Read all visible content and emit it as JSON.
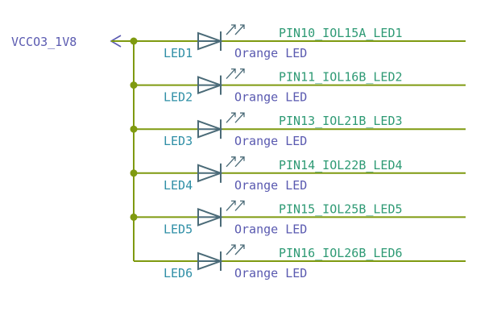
{
  "power_net": {
    "label": "VCCO3_1V8"
  },
  "leds": [
    {
      "ref": "LED1",
      "value": "Orange LED",
      "net": "PIN10_IOL15A_LED1"
    },
    {
      "ref": "LED2",
      "value": "Orange LED",
      "net": "PIN11_IOL16B_LED2"
    },
    {
      "ref": "LED3",
      "value": "Orange LED",
      "net": "PIN13_IOL21B_LED3"
    },
    {
      "ref": "LED4",
      "value": "Orange LED",
      "net": "PIN14_IOL22B_LED4"
    },
    {
      "ref": "LED5",
      "value": "Orange LED",
      "net": "PIN15_IOL25B_LED5"
    },
    {
      "ref": "LED6",
      "value": "Orange LED",
      "net": "PIN16_IOL26B_LED6"
    }
  ],
  "colors": {
    "wire": "#7f9a10",
    "symbol": "#4b6b78",
    "power_label": "#5a5ab0",
    "reference": "#2f8fa6",
    "net_label": "#2e9a74"
  }
}
